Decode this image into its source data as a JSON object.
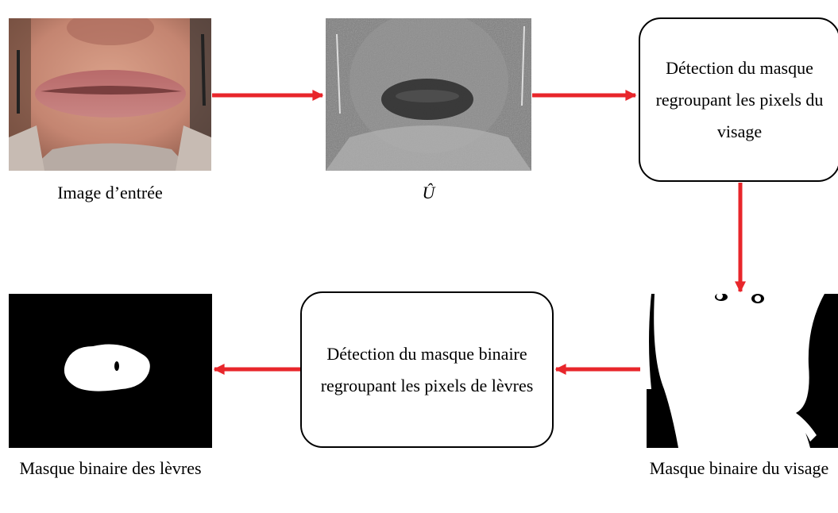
{
  "diagram": {
    "input_image": {
      "caption": "Image d’entrée"
    },
    "u_hat_image": {
      "caption": "Û"
    },
    "face_mask_step": {
      "label": "Détection du masque regroupant les pixels du visage"
    },
    "face_mask_image": {
      "caption": "Masque binaire du visage"
    },
    "lip_mask_step": {
      "label": "Détection du masque binaire regroupant les pixels de lèvres"
    },
    "lip_mask_image": {
      "caption": "Masque binaire des lèvres"
    },
    "arrow_color": "#e8262b",
    "box_border_color": "#000000"
  }
}
